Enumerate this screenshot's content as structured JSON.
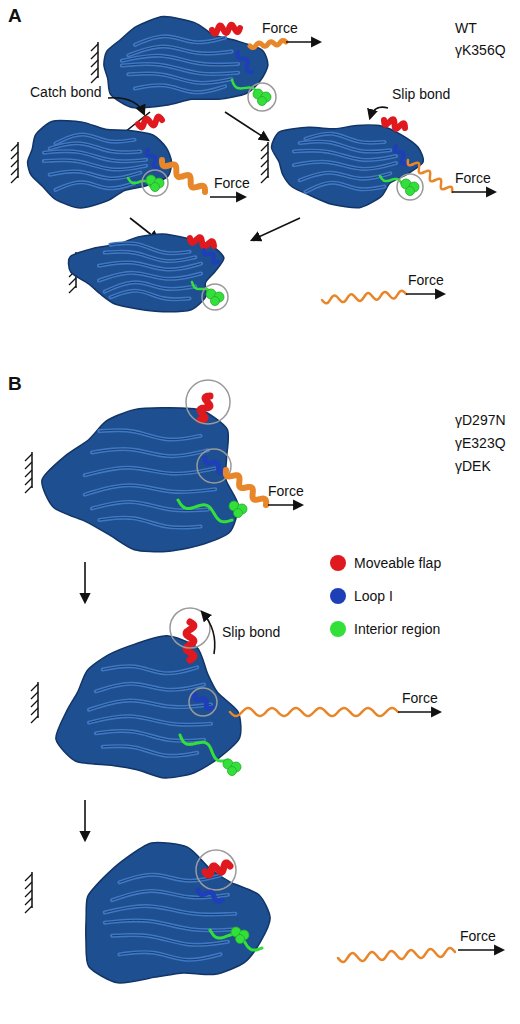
{
  "diagram": {
    "labels": [
      "A",
      "Force",
      "WT",
      "γK356Q",
      "Catch bond",
      "Force",
      "Slip bond",
      "Force",
      "Force",
      "B",
      "γD297N",
      "γE323Q",
      "γDEK",
      "Force",
      "Slip bond",
      "Force",
      "Force"
    ],
    "legend": [
      {
        "text": "Moveable flap",
        "color": "#e0191e"
      },
      {
        "text": "Loop I",
        "color": "#1f3fb8"
      },
      {
        "text": "Interior region",
        "color": "#33e03a"
      }
    ]
  }
}
